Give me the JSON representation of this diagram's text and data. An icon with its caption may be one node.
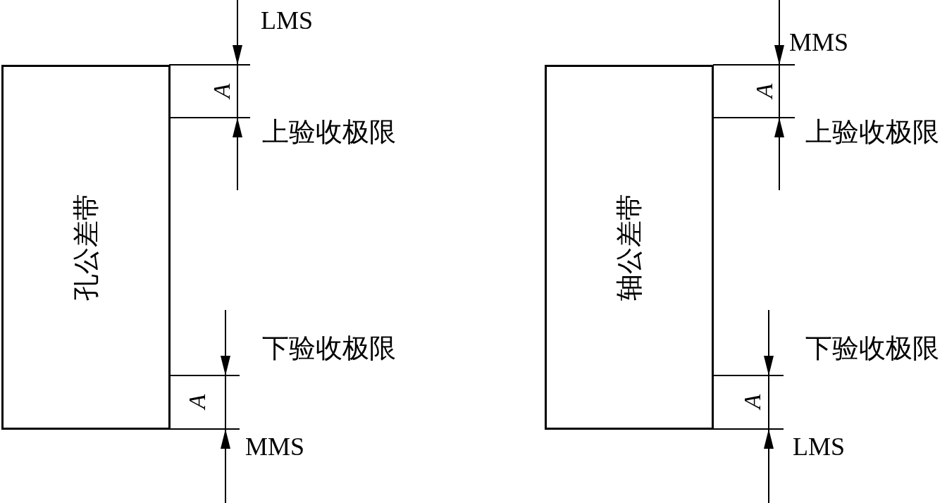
{
  "diagram": {
    "nodes": [
      {
        "text": [
          "孔公差带"
        ]
      },
      {
        "text": [
          "轴公差带"
        ]
      }
    ],
    "labels": [
      "LMS",
      "MMS",
      "A",
      "A",
      "上验收极限",
      "上验收极限",
      "下验收极限",
      "下验收极限",
      "A",
      "A",
      "MMS",
      "LMS"
    ]
  }
}
